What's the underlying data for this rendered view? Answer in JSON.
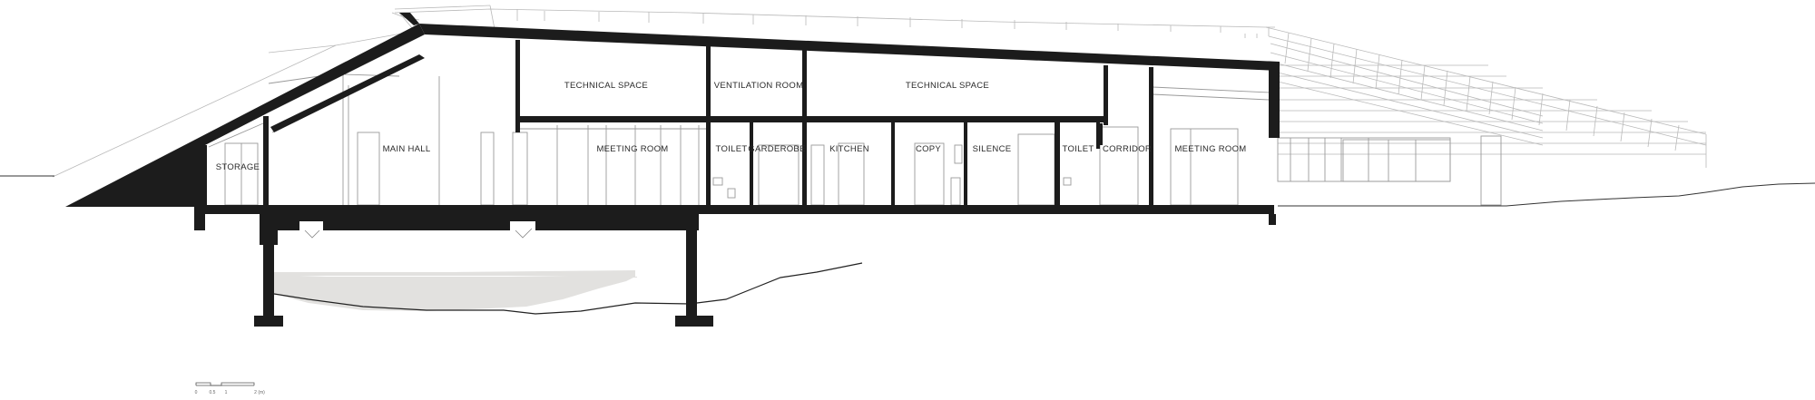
{
  "rooms": {
    "storage": "STORAGE",
    "main_hall": "MAIN HALL",
    "meeting_room_1": "MEETING ROOM",
    "technical_space_1": "TECHNICAL SPACE",
    "ventilation_room": "VENTILATION ROOM",
    "technical_space_2": "TECHNICAL SPACE",
    "toilet_1": "TOILET",
    "garderobe": "GARDEROBE",
    "kitchen": "KITCHEN",
    "copy": "COPY",
    "silence": "SILENCE",
    "toilet_2": "TOILET",
    "corridor": "CORRIDOR",
    "meeting_room_2": "MEETING ROOM"
  },
  "scale_bar": {
    "ticks": [
      "0",
      "0.5",
      "1",
      "2 (m)"
    ]
  },
  "colors": {
    "cut_fill": "#1c1c1c",
    "ground_fill": "#e2e1df",
    "elevation_line": "#b9b9b9"
  }
}
